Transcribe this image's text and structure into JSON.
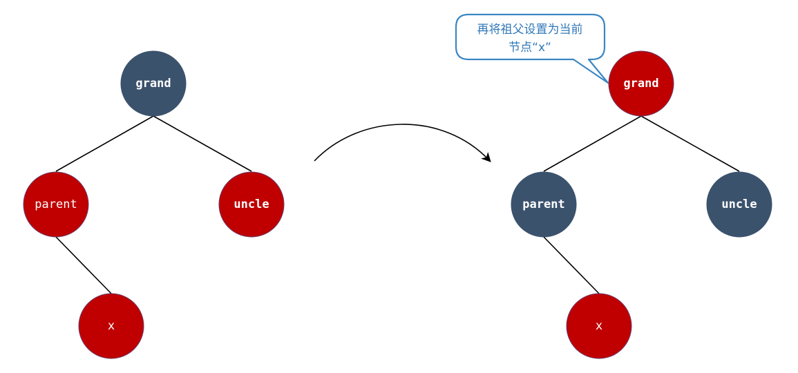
{
  "colors": {
    "black_node": "#3b526d",
    "red_node": "#c00000",
    "edge": "#000000",
    "callout_border": "#3a87c4",
    "callout_text": "#2f77b8"
  },
  "before": {
    "grand": {
      "label": "grand",
      "color": "black",
      "bold": true
    },
    "parent": {
      "label": "parent",
      "color": "red",
      "bold": false
    },
    "uncle": {
      "label": "uncle",
      "color": "red",
      "bold": true
    },
    "x": {
      "label": "x",
      "color": "red",
      "bold": false
    }
  },
  "after": {
    "grand": {
      "label": "grand",
      "color": "red",
      "bold": true
    },
    "parent": {
      "label": "parent",
      "color": "black",
      "bold": true
    },
    "uncle": {
      "label": "uncle",
      "color": "black",
      "bold": true
    },
    "x": {
      "label": "x",
      "color": "red",
      "bold": false
    }
  },
  "callout": {
    "line1": "再将祖父设置为当前",
    "line2": "节点“x”"
  }
}
